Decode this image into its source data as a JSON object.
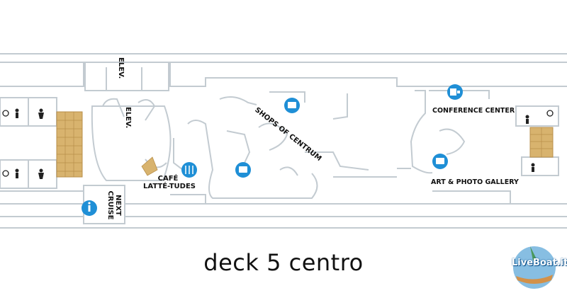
{
  "colors": {
    "wall": "#c3cbd1",
    "deck_fill": "#f6f7f8",
    "stair_fill": "#d8b36e",
    "icon_blue": "#1f8fd6"
  },
  "labels": {
    "elev_top": "ELEV.",
    "elev_mid": "ELEV.",
    "shops": "SHOPS OF CENTRUM",
    "cafe_line1": "CAFÉ",
    "cafe_line2": "LATTÉ-TUDES",
    "next_cruise_line1": "NEXT",
    "next_cruise_line2": "CRUISE",
    "conference": "CONFERENCE CENTER",
    "art_gallery": "ART & PHOTO GALLERY"
  },
  "caption": "deck 5 centro",
  "watermark": "LiveBoat.it",
  "icons": [
    "shopping-icon",
    "shopping-icon",
    "dining-icon",
    "info-icon",
    "conference-icon",
    "gallery-icon",
    "restroom-icon",
    "accessible-icon"
  ]
}
